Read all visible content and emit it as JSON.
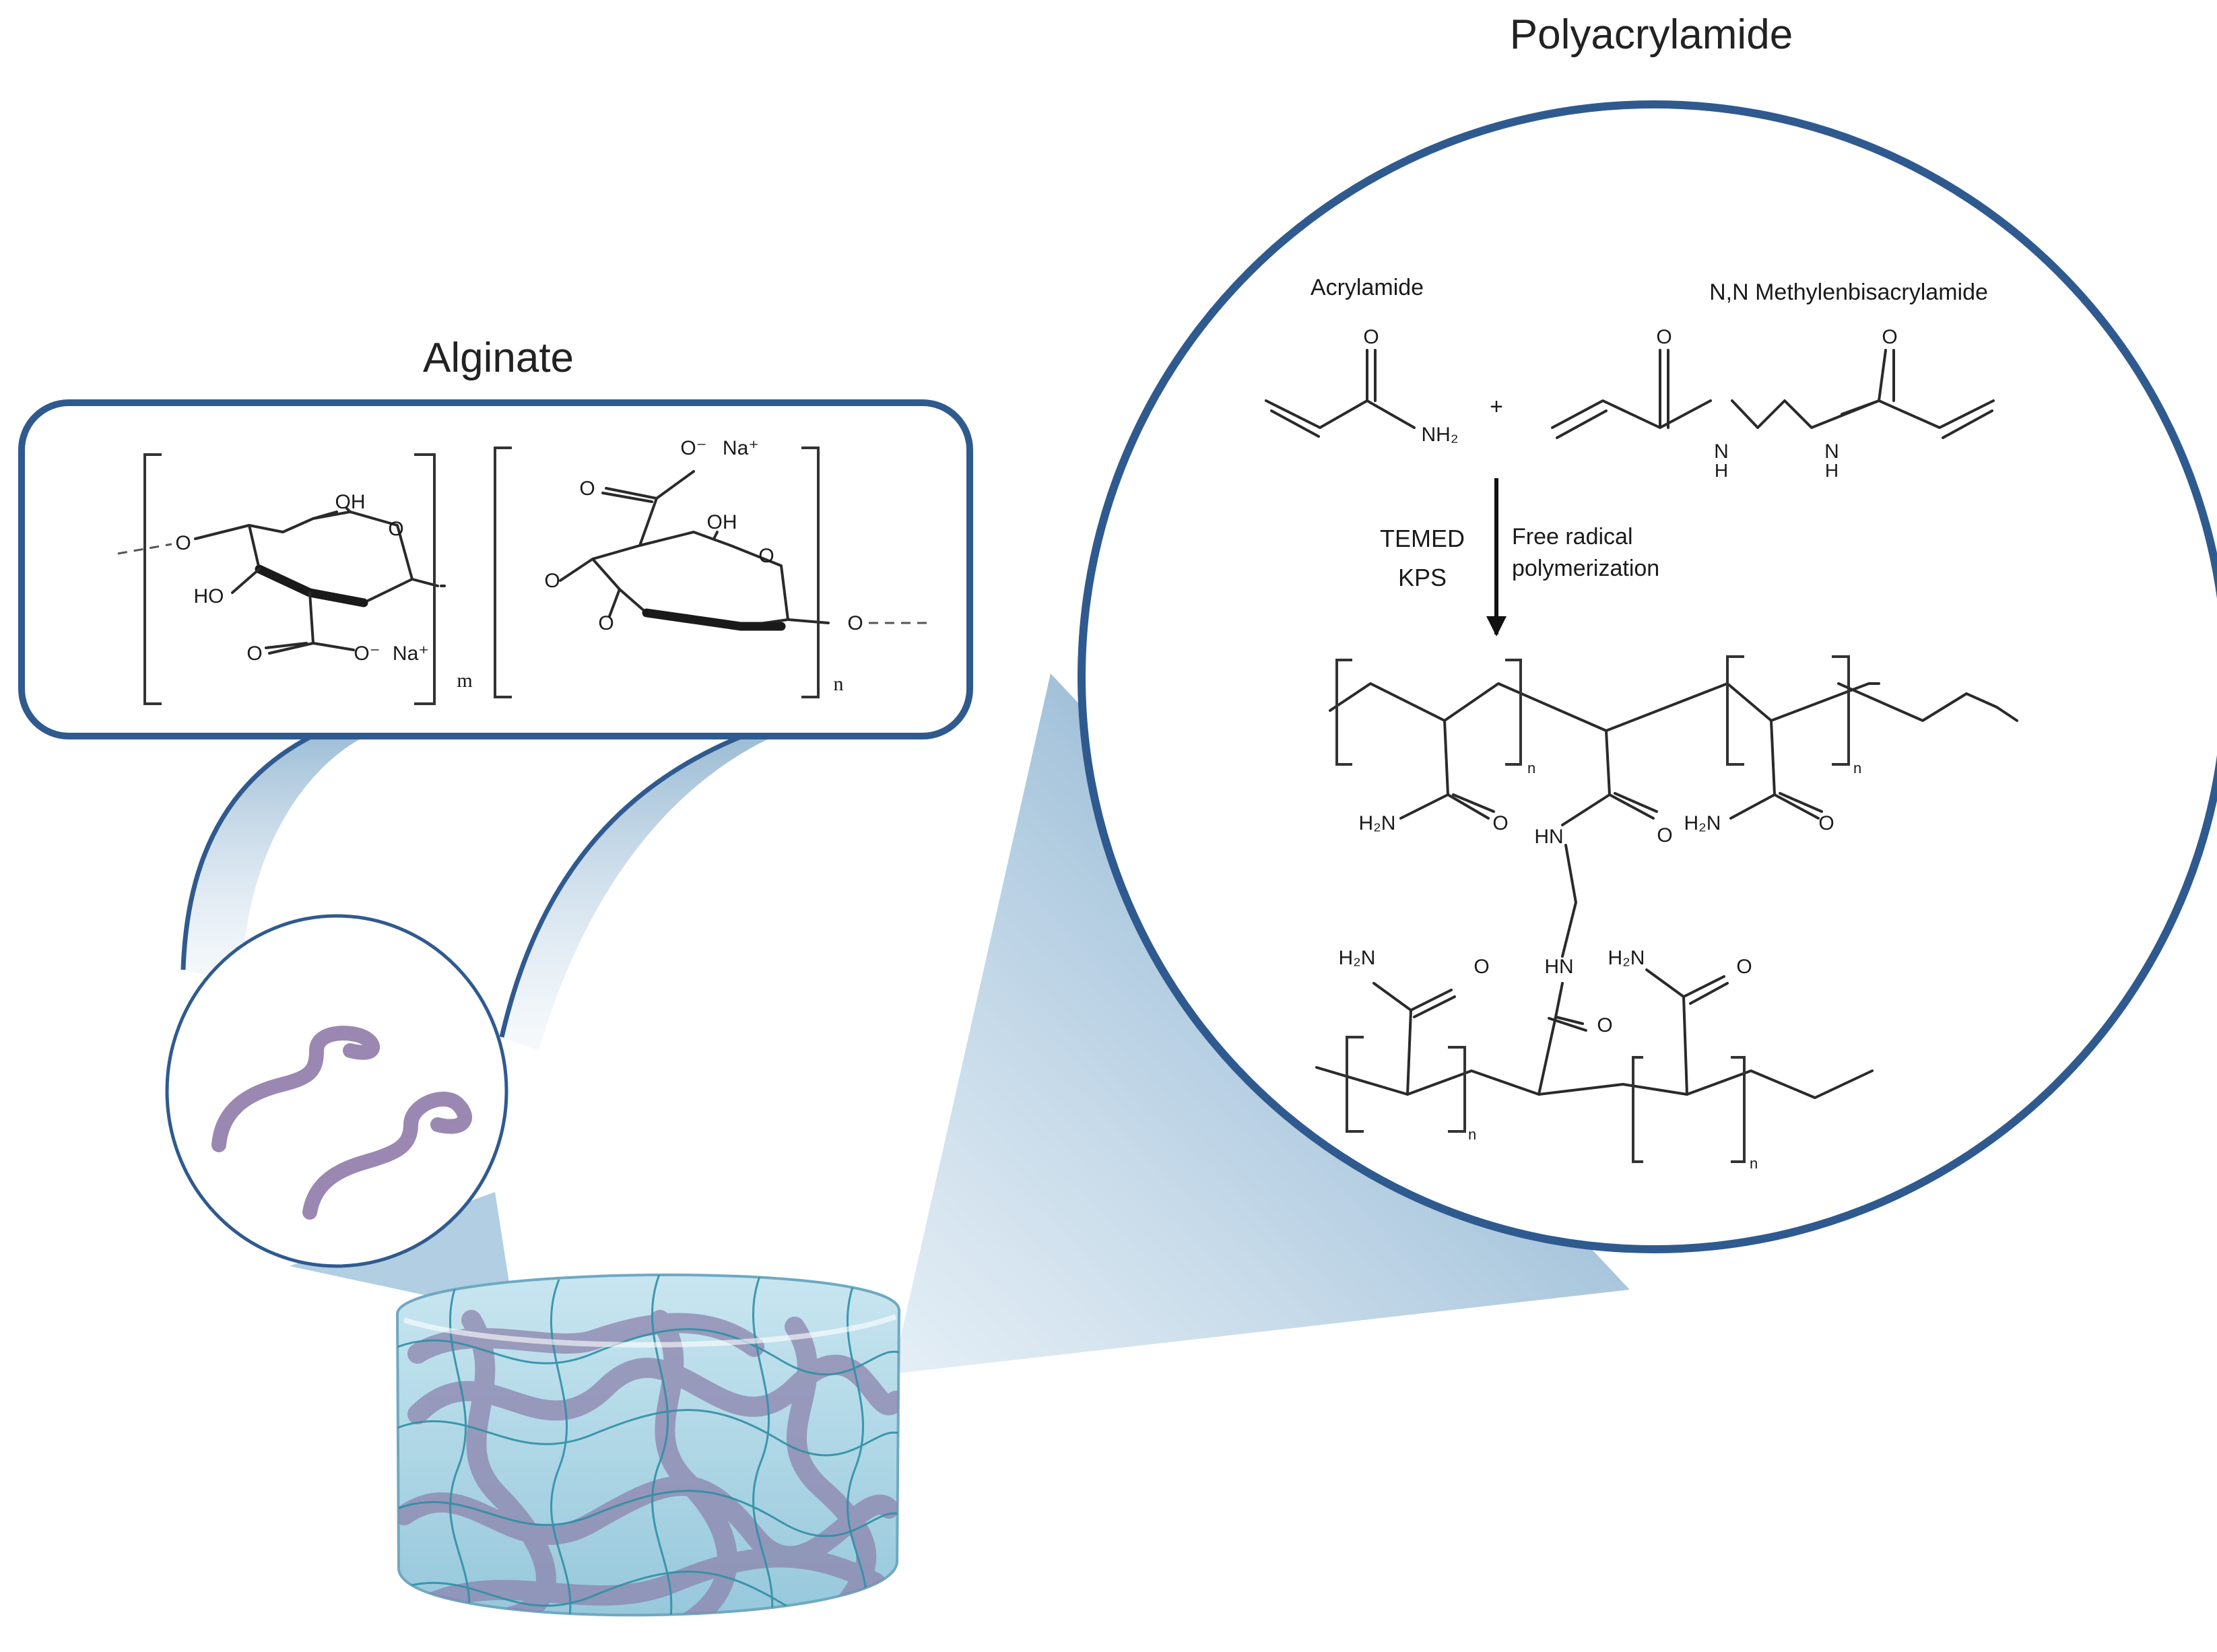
{
  "titles": {
    "alginate": "Alginate",
    "polyacrylamide": "Polyacrylamide"
  },
  "alginate_structure": {
    "oh_top_1": "OH",
    "oh_left": "HO",
    "carbonyl_o_1": "O",
    "carboxylate_o_1": "O⁻",
    "sodium_1": "Na⁺",
    "ring_o_1": "O",
    "link_o_left": "O",
    "link_o_mid": "O",
    "sub_m": "m",
    "carbonyl_o_2": "O",
    "carboxylate_o_2": "O⁻",
    "sodium_2": "Na⁺",
    "oh_top_2": "OH",
    "ring_o_2": "O",
    "o_bottom_2": "O",
    "link_o_right": "O",
    "sub_n": "n"
  },
  "polyacrylamide_scheme": {
    "acrylamide_label": "Acrylamide",
    "crosslinker_label": "N,N Methylenbisacrylamide",
    "o_1": "O",
    "nh2": "NH₂",
    "plus": "+",
    "o_2": "O",
    "o_3": "O",
    "n_1": "N",
    "h_1": "H",
    "n_2": "N",
    "h_2": "H",
    "reagent_1": "TEMED",
    "reagent_2": "KPS",
    "condition_1": "Free radical",
    "condition_2": "polymerization",
    "product": {
      "h2n_1": "H₂N",
      "o_a": "O",
      "hn_1": "HN",
      "o_b": "O",
      "h2n_2": "H₂N",
      "o_c": "O",
      "h2n_3": "H₂N",
      "o_d": "O",
      "hn_2": "HN",
      "o_e": "O",
      "h2n_4": "H₂N",
      "o_f": "O",
      "sub_n1": "n",
      "sub_n2": "n",
      "sub_n3": "n",
      "sub_n4": "n"
    }
  },
  "colors": {
    "frame_blue": "#2f5a8f",
    "beam_blue": "#8fb6d3",
    "hydrogel_fill": "#a7d3e3",
    "alginate_chain": "#9a88b2"
  }
}
